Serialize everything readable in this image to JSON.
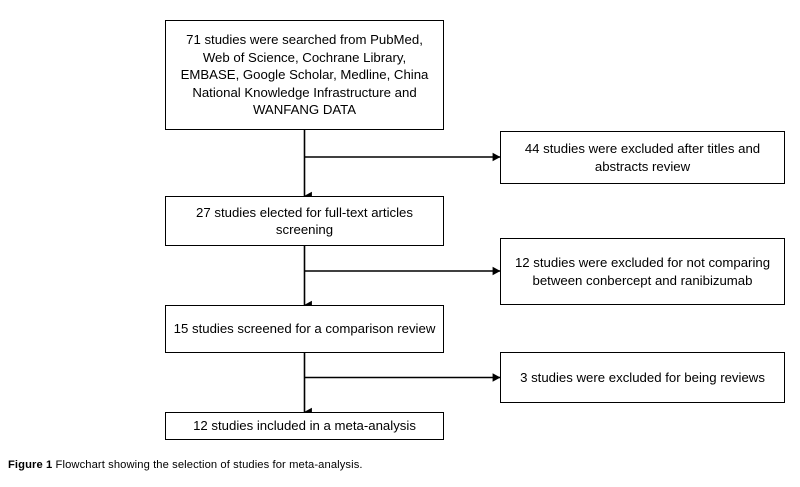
{
  "figure": {
    "caption_label": "Figure 1",
    "caption_text": "Flowchart showing the selection of studies for meta-analysis.",
    "background_color": "#ffffff",
    "line_color": "#000000",
    "text_color": "#000000"
  },
  "chart_data": {
    "type": "diagram",
    "diagram_type": "prisma-study-selection-flowchart",
    "title": "Flowchart showing the selection of studies for meta-analysis.",
    "orientation": "top-to-bottom with right-side exclusion branches",
    "nodes": [
      {
        "id": "identification",
        "column": "main",
        "count": 71,
        "text": "71 studies were searched from PubMed, Web of Science, Cochrane Library, EMBASE, Google Scholar, Medline, China National Knowledge Infrastructure and WANFANG DATA",
        "lines": [
          "71 studies were searched from",
          "PubMed, Web of Science, Cochrane",
          "Library, EMBASE, Google Scholar,",
          "Medline, China National Knowledge",
          "Infrastructure and WANFANG DATA"
        ]
      },
      {
        "id": "excluded-titles-abstracts",
        "column": "exclusion",
        "count": 44,
        "text": "44 studies were excluded after titles and abstracts review",
        "lines": [
          "44 studies were excluded after",
          "titles and abstracts review"
        ]
      },
      {
        "id": "full-text-screening",
        "column": "main",
        "count": 27,
        "text": "27 studies elected for full-text articles screening",
        "lines": [
          "27 studies elected for",
          "full-text articles screening"
        ]
      },
      {
        "id": "excluded-not-comparing",
        "column": "exclusion",
        "count": 12,
        "text": "12 studies were excluded for not comparing between conbercept and ranibizumab",
        "lines": [
          "12 studies were excluded for not",
          "comparing between conbercept and",
          "ranibizumab"
        ]
      },
      {
        "id": "comparison-review",
        "column": "main",
        "count": 15,
        "text": "15 studies screened for a comparison review",
        "lines": [
          "15 studies screened for",
          "a comparison review"
        ]
      },
      {
        "id": "excluded-reviews",
        "column": "exclusion",
        "count": 3,
        "text": "3 studies were excluded for being reviews",
        "lines": [
          "3 studies were excluded for being",
          "reviews"
        ]
      },
      {
        "id": "included-meta-analysis",
        "column": "main",
        "count": 12,
        "text": "12 studies included in a meta-analysis",
        "lines": [
          "12 studies included in a meta-analysis"
        ]
      }
    ],
    "edges": [
      {
        "from": "identification",
        "to": "full-text-screening",
        "direction": "down"
      },
      {
        "from": "identification",
        "to": "excluded-titles-abstracts",
        "direction": "right"
      },
      {
        "from": "full-text-screening",
        "to": "comparison-review",
        "direction": "down"
      },
      {
        "from": "full-text-screening",
        "to": "excluded-not-comparing",
        "direction": "right"
      },
      {
        "from": "comparison-review",
        "to": "included-meta-analysis",
        "direction": "down"
      },
      {
        "from": "comparison-review",
        "to": "excluded-reviews",
        "direction": "right"
      }
    ]
  }
}
